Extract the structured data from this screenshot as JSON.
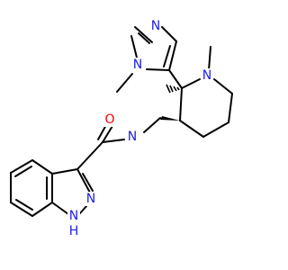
{
  "colors": {
    "carbon": "#000000",
    "nitrogen": "#2020e0",
    "oxygen": "#ff0000",
    "background": "#ffffff"
  },
  "atom_labels": {
    "imidazole_n_top": "N",
    "imidazole_n_methyl": "N",
    "piperidine_n": "N",
    "amide_n": "N",
    "carbonyl_o": "O",
    "indazole_n2": "N",
    "indazole_n1": "N",
    "indazole_h": "H"
  }
}
